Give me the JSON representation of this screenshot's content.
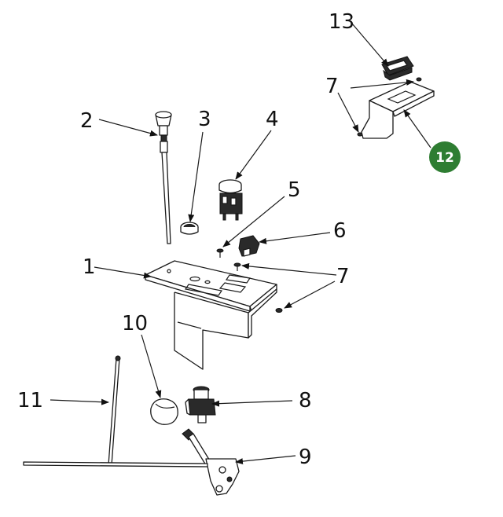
{
  "callouts": [
    {
      "id": "c1",
      "label": "1"
    },
    {
      "id": "c2",
      "label": "2"
    },
    {
      "id": "c3",
      "label": "3"
    },
    {
      "id": "c4",
      "label": "4"
    },
    {
      "id": "c5",
      "label": "5"
    },
    {
      "id": "c6",
      "label": "6"
    },
    {
      "id": "c7a",
      "label": "7"
    },
    {
      "id": "c7b",
      "label": "7"
    },
    {
      "id": "c8",
      "label": "8"
    },
    {
      "id": "c9",
      "label": "9"
    },
    {
      "id": "c10",
      "label": "10"
    },
    {
      "id": "c11",
      "label": "11"
    },
    {
      "id": "c13",
      "label": "13"
    }
  ],
  "highlight": {
    "label": "12",
    "color": "#2e7d32"
  },
  "colors": {
    "line": "#1a1a1a",
    "background": "#ffffff"
  }
}
